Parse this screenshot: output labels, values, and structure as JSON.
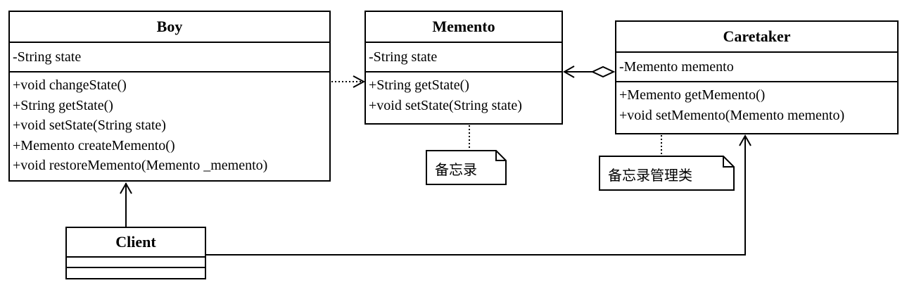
{
  "classes": {
    "boy": {
      "name": "Boy",
      "attributes": [
        "-String state"
      ],
      "operations": [
        "+void changeState()",
        "+String getState()",
        "+void setState(String state)",
        "+Memento createMemento()",
        "+void restoreMemento(Memento _memento)"
      ]
    },
    "memento": {
      "name": "Memento",
      "attributes": [
        "-String state"
      ],
      "operations": [
        "+String getState()",
        "+void setState(String state)"
      ]
    },
    "caretaker": {
      "name": "Caretaker",
      "attributes": [
        "-Memento memento"
      ],
      "operations": [
        "+Memento getMemento()",
        "+void setMemento(Memento memento)"
      ]
    },
    "client": {
      "name": "Client"
    }
  },
  "notes": {
    "memento_note": "备忘录",
    "caretaker_note": "备忘录管理类"
  }
}
